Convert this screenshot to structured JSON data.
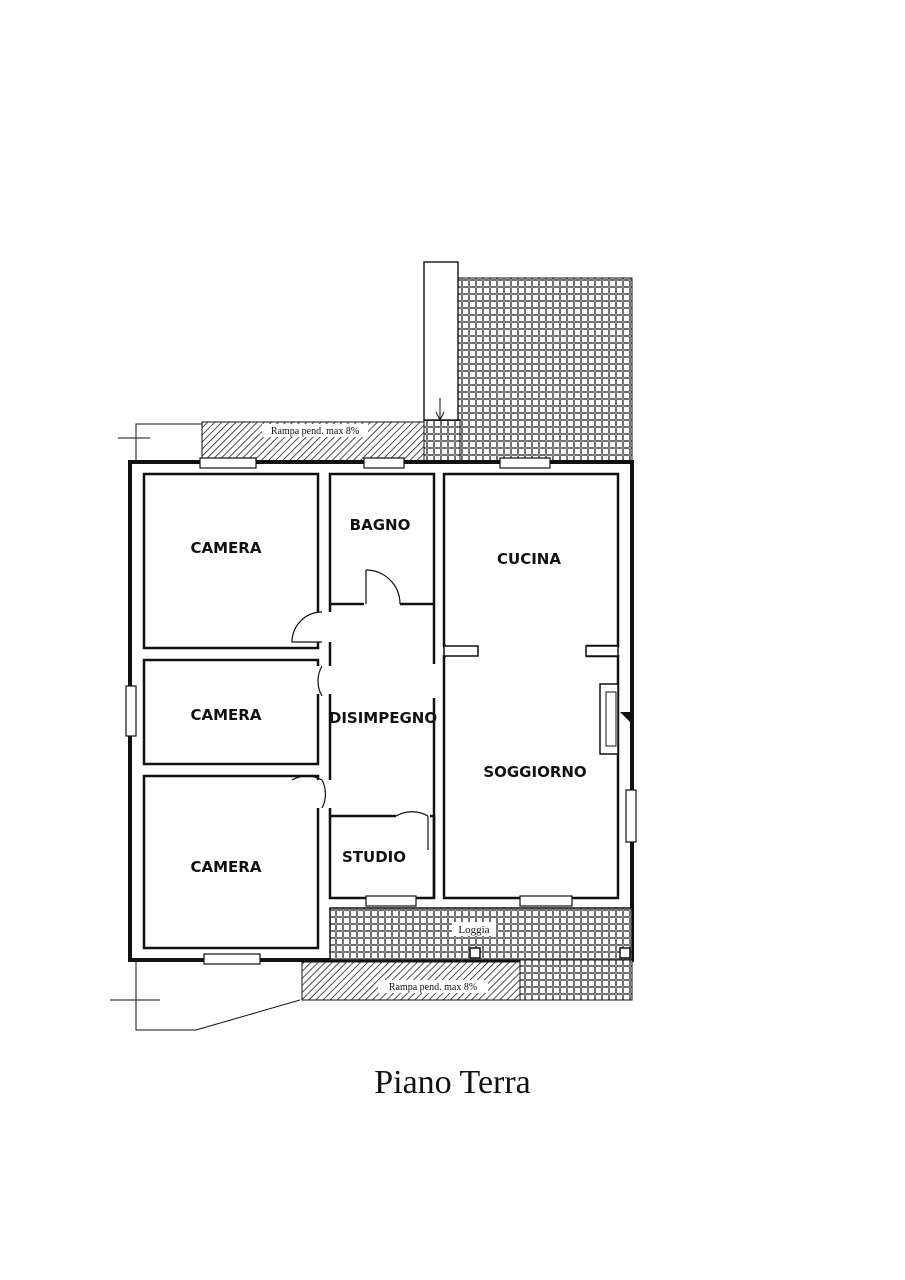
{
  "rooms": {
    "camera_top": "CAMERA",
    "bagno": "BAGNO",
    "cucina": "CUCINA",
    "camera_mid": "CAMERA",
    "disimpegno": "DISIMPEGNO",
    "soggiorno": "SOGGIORNO",
    "camera_bottom": "CAMERA",
    "studio": "STUDIO",
    "loggia": "Loggia"
  },
  "ramps": {
    "top": "Rampa pend. max 8%",
    "bottom": "Rampa pend. max 8%"
  },
  "caption": "Piano Terra",
  "colors": {
    "ink": "#111111",
    "paper": "#ffffff"
  }
}
